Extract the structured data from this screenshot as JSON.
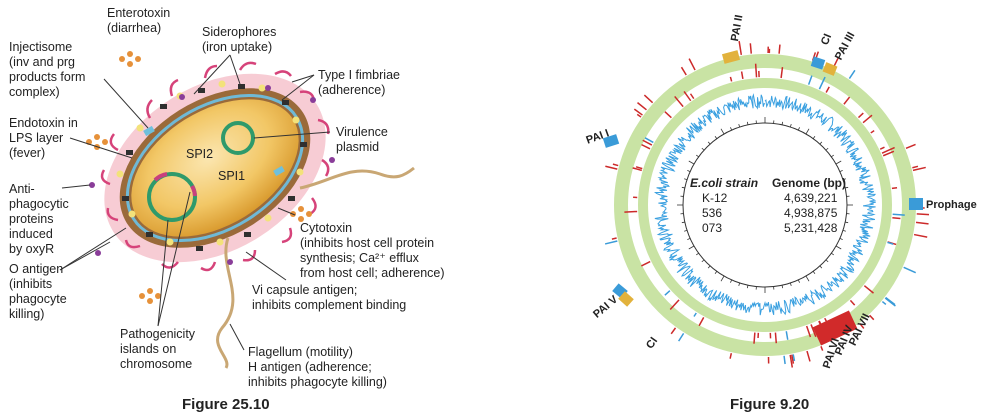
{
  "left_panel": {
    "caption": "Figure 25.10",
    "labels": {
      "enterotoxin": "Enterotoxin\n(diarrhea)",
      "siderophores": "Siderophores\n(iron uptake)",
      "injectisome": "Injectisome\n(inv and prg\nproducts form\ncomplex)",
      "type1": "Type I fimbriae\n(adherence)",
      "endotoxin": "Endotoxin in\nLPS layer\n(fever)",
      "virulence": "Virulence\nplasmid",
      "antiphago": "Anti-\nphagocytic\nproteins\ninduced\nby oxyR",
      "spi2": "SPI2",
      "spi1": "SPI1",
      "cytotoxin": "Cytotoxin\n(inhibits host cell protein\nsynthesis; Ca²⁺ efflux\nfrom host cell; adherence)",
      "oantigen": "O antigen\n(inhibits\nphagocyte\nkilling)",
      "vi": "Vi capsule antigen;\ninhibits complement binding",
      "pathogenicity": "Pathogenicity\nislands on\nchromosome",
      "flagellum": "Flagellum (motility)\nH antigen (adherence;\ninhibits phagocyte killing)"
    }
  },
  "right_panel": {
    "caption": "Figure 9.20",
    "island_labels": {
      "pai2": "PAI II",
      "ci_top": "CI",
      "pai3": "PAI III",
      "pai1": "PAI I",
      "prophage": "Prophage",
      "pai5": "PAI V",
      "ci_bottom": "CI",
      "pai7": "PAI VII",
      "pai4": "PAI IV",
      "pai6": "PAI VI"
    },
    "table": {
      "header": [
        "E.coli strain",
        "Genome (bp)"
      ],
      "rows": [
        [
          "K-12",
          "4,639,221"
        ],
        [
          "536",
          "4,938,875"
        ],
        [
          "073",
          "5,231,428"
        ]
      ]
    },
    "colors": {
      "ring": "#c9e3a4",
      "red_marks": "#cc2a2a",
      "blue_marks": "#3a9bd8",
      "gc_trace": "#3aa0e0"
    }
  }
}
